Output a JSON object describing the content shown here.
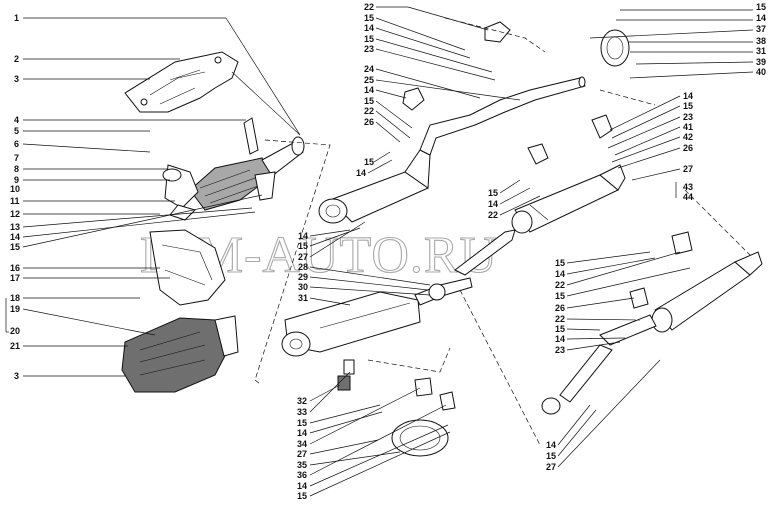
{
  "watermark": "DIM-AUTO.RU",
  "left_callouts": [
    "1",
    "2",
    "3",
    "4",
    "5",
    "6",
    "7",
    "8",
    "9",
    "10",
    "11",
    "12",
    "13",
    "14",
    "15",
    "16",
    "17",
    "18",
    "19",
    "20",
    "21",
    "3"
  ],
  "top_center_callouts": [
    "22",
    "15",
    "14",
    "15",
    "23",
    "24",
    "25",
    "14",
    "15",
    "22",
    "26",
    "15",
    "14"
  ],
  "top_right_callouts": [
    "15",
    "14",
    "37",
    "38",
    "31",
    "39",
    "40"
  ],
  "right_callouts_upper": [
    "14",
    "15",
    "23",
    "41",
    "42",
    "26",
    "27",
    "43",
    "44"
  ],
  "mid_callouts": [
    "15",
    "14",
    "22",
    "14",
    "15",
    "27",
    "28",
    "29",
    "30",
    "31"
  ],
  "mid_right_callouts": [
    "15",
    "14",
    "22",
    "15",
    "26",
    "22",
    "15",
    "14",
    "23"
  ],
  "bottom_center_callouts": [
    "32",
    "33",
    "15",
    "14",
    "34",
    "27",
    "35",
    "36",
    "14",
    "15"
  ],
  "bottom_right_callouts": [
    "14",
    "15",
    "27"
  ]
}
